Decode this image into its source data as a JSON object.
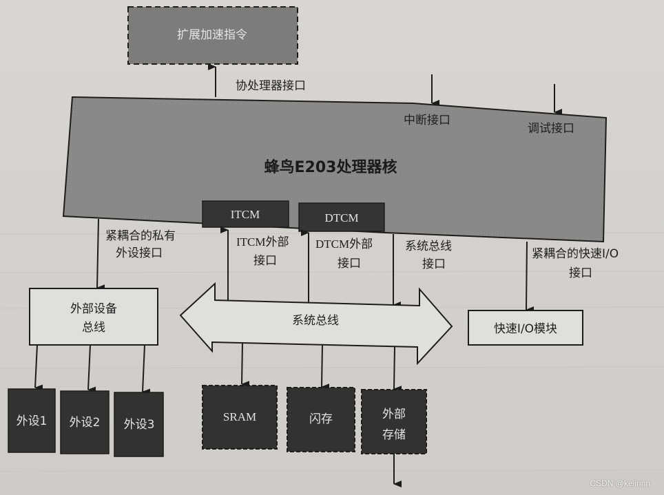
{
  "diagram": {
    "title": "蜂鸟E203处理器核",
    "colors": {
      "background": "#d6d3ce",
      "core_fill": "#8a8886",
      "dark_block": "#333333",
      "ext_block": "#7b7977",
      "light_box": "#e2e0dc",
      "line": "#1c1c1c"
    },
    "ext_accel": {
      "label": "扩展加速指令",
      "style": "dashed"
    },
    "coprocessor_interface": {
      "label": "协处理器接口"
    },
    "interrupt_interface": {
      "label": "中断接口"
    },
    "debug_interface": {
      "label": "调试接口"
    },
    "itcm": {
      "label": "ITCM"
    },
    "dtcm": {
      "label": "DTCM"
    },
    "private_periph_interface": {
      "line1": "紧耦合的私有",
      "line2": "外设接口"
    },
    "itcm_ext_interface": {
      "line1": "ITCM外部",
      "line2": "接口"
    },
    "dtcm_ext_interface": {
      "line1": "DTCM外部",
      "line2": "接口"
    },
    "sysbus_interface": {
      "line1": "系统总线",
      "line2": "接口"
    },
    "fast_io_interface": {
      "line1": "紧耦合的快速I/O",
      "line2": "接口"
    },
    "ext_device_bus": {
      "line1": "外部设备",
      "line2": "总线"
    },
    "system_bus": {
      "label": "系统总线"
    },
    "fast_io_module": {
      "label": "快速I/O模块"
    },
    "peripherals": [
      {
        "label": "外设1"
      },
      {
        "label": "外设2"
      },
      {
        "label": "外设3"
      }
    ],
    "memories": [
      {
        "label": "SRAM"
      },
      {
        "label": "闪存"
      },
      {
        "line1": "外部",
        "line2": "存储"
      }
    ]
  },
  "watermark": "CSDN @kelinnn"
}
